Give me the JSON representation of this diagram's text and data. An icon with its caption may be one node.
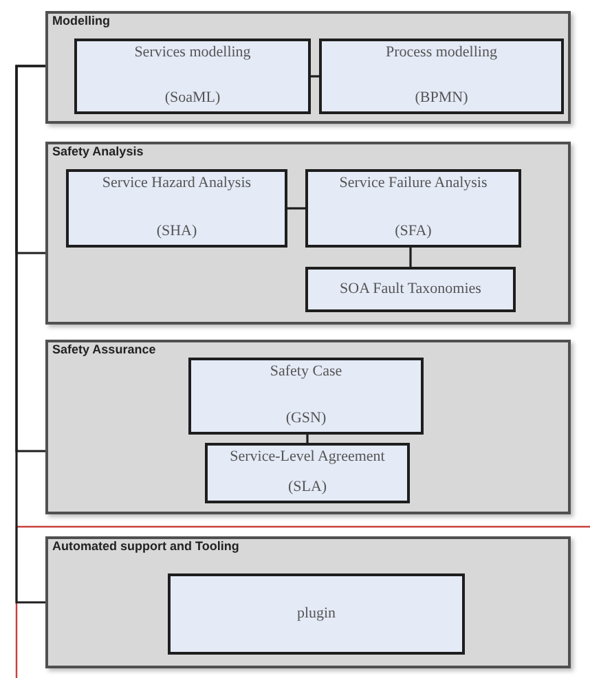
{
  "diagram": {
    "nodes": [
      {
        "text": [
          "Modelling"
        ]
      },
      {
        "text": [
          "Services modelling",
          "(SoaML)"
        ],
        "in": 0
      },
      {
        "text": [
          "Process modelling",
          "(BPMN)"
        ],
        "in": 0
      },
      {
        "text": [
          "Safety Analysis"
        ]
      },
      {
        "text": [
          "Service Hazard Analysis",
          "(SHA)"
        ],
        "in": 3
      },
      {
        "text": [
          "Service Failure Analysis",
          "(SFA)"
        ],
        "in": 3
      },
      {
        "text": [
          "SOA Fault Taxonomies"
        ],
        "in": 3
      },
      {
        "text": [
          "Safety Assurance"
        ]
      },
      {
        "text": [
          "Safety Case",
          "(GSN)"
        ],
        "in": 7
      },
      {
        "text": [
          "Service-Level Agreement",
          "(SLA)"
        ],
        "in": 7
      },
      {
        "text": [
          "Automated support and Tooling"
        ]
      },
      {
        "text": [
          "plugin"
        ],
        "in": 10
      }
    ],
    "edges": [
      {
        "from": 1,
        "to": 2,
        "arrow": "none"
      },
      {
        "from": 4,
        "to": 5,
        "arrow": "none"
      },
      {
        "from": 5,
        "to": 6,
        "arrow": "none"
      },
      {
        "from": 8,
        "to": 9,
        "arrow": "none"
      },
      {
        "from": 0,
        "to": 3,
        "arrow": "none"
      },
      {
        "from": 0,
        "to": 7,
        "arrow": "none"
      },
      {
        "from": 0,
        "to": 10,
        "arrow": "none"
      }
    ]
  }
}
